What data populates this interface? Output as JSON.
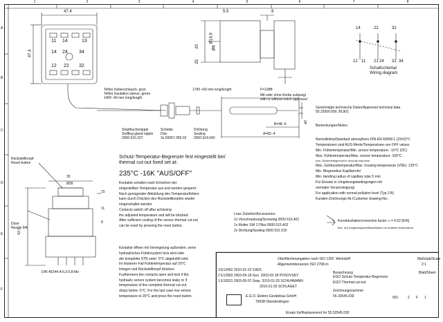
{
  "columns": [
    "1",
    "2",
    "3",
    "4",
    "5",
    "6",
    "7",
    "8"
  ],
  "rows": [
    "A",
    "B",
    "C",
    "D",
    "E",
    "F"
  ],
  "dims": {
    "top_width": "47.4",
    "side_height": "47.4",
    "right_h1": "5.5",
    "right_h2": "8",
    "right_d1": "Ø14,9",
    "right_d2": "Ø8",
    "right_v1": "20",
    "right_v2": "25",
    "cap_len": "1790",
    "cap_tol": "+60 mm long/length",
    "f_val": "F=128B",
    "b_val": "B=48 -6",
    "a_val": "A=83 -4",
    "phi_val": "ø6",
    "reset_w": "35",
    "reset_d": "Ø28",
    "reset_h": "53.4",
    "reset_v": "15",
    "reset_1": "11",
    "reset_8": "8"
  },
  "terminals": {
    "left": [
      "11",
      "14",
      "13",
      "24",
      "14",
      "34",
      "12",
      "22",
      "32"
    ],
    "diagram": [
      "14",
      "12",
      "11",
      "22",
      "21",
      "24",
      "32",
      "31",
      "34"
    ]
  },
  "labels": {
    "teflon": [
      "Teflon Isolierschlauch, grün",
      "Teflon insulation sleeve, green",
      "1400 -40 mm long/length"
    ],
    "mit_ohne": [
      "Mit oder ohne Kerbe zulässig/",
      "with or without notch approved"
    ],
    "schaltschema": [
      "Schaltschema/",
      "Wiring diagram"
    ],
    "stopf": [
      "Stopfbuchsnippel",
      "Stuffing gland nipple",
      "0000 615.327"
    ],
    "scheibe": [
      "Scheibe",
      "Disc",
      "2x 00067.055.02"
    ],
    "dichtung": [
      "Dichtung",
      "Sealing",
      "0000 624.043"
    ],
    "ruckstell": [
      "Rückstellknopf",
      "Reset button"
    ],
    "duese": [
      "Düse",
      "Nozzle M4"
    ],
    "din": "DIN 46244-A 6,3-0,8-Ms",
    "tech_data_title": [
      "Genehmigte technische Daten/Approved technical data",
      "55.32500.000, BL901"
    ],
    "bemerkungen": "Bemerkungen/Notes:",
    "notes": [
      "Normalklima/Standard atmosphere DIN EN 60068-1 (23±2)°C",
      "Temperaturen sind AUS-Werte/Temperatures are OFF values",
      "Min. Fühlertemperatur/Min. sensor temperature: -10°C (DC)",
      "Max. Fühlertemperatur/Max. sensor temperature: 330°C",
      "bzw. Sicherheitsgrenze/or security response",
      "Max. Gehäusetemperatur/Max. housing temperature (VDE): 125°C",
      "Min. Biegeradius Kapillarrohr/",
      "Min. bending radius of capillary tube 5 mm",
      "Für Einsatz in Umgebungsbedingungen mit",
      "normaler Verunreinigung/",
      "For application with normal pollution level (Typ 2 B)",
      "Kunden-Zeichnungs-Nr./Customer drawing-No.:"
    ],
    "fixed_title": [
      "Schutz-Temperatur-Begrenzer fest eingestellt bei/",
      "thermal cut-out fixed set at:"
    ],
    "fixed_value": "235°C -16K \"AUS/OFF\"",
    "de_text1": [
      "Kontakte schalten nach Erreichen der",
      "eingestellten Temperatur aus und werden gesperrt.",
      "Nach genügender Abkühlung des Temperaturfühlers",
      "kann durch Drücken des Rückstellknopfes wieder",
      "eingeschaltet werden."
    ],
    "en_text1": [
      "Contacts switch off after achieving",
      "the adjusted temperature and will be blocked.",
      "After sufficient cooling of the sensor thermal cut-out",
      "can be reset by pressing the reset button."
    ],
    "lose": [
      "Lose Zubehör/Accessories:",
      "1x Verschraubung/Screwing   0000 615.401",
      "1x Mutter SW 17/Nut   0000 615.402",
      "2x Dichtung/Sealing   0000 631.015"
    ],
    "korrektur": "Korrekturfaktor/correction factor: c = 0.52 [K/K]",
    "korrektur2": "Bez. auf Umgebungseinflüsse/Based on ambient temperature",
    "de_text2": [
      "Kontakte öffnen mit Verriegelung außerdem, wenn",
      "hydraulisches Fühlersystem leck wird oder",
      "der komplette STB unter -5°C abgekühlt wird.",
      "Im letzteren Fall Fühlertemperatur auf 20°C",
      "bringen und Rückstellknopf drücken.",
      "Furthermore the contacts open and lock if the",
      "hydraulic sensor system becomes leaky or if",
      "temperature of the complete thermal cut-out",
      "drops below -5°C. For the last case rise sensor",
      "temperature to 20°C and press the reset button."
    ]
  },
  "title_block": {
    "zeichnungsnr_label": "Zeichnungsnummer",
    "drawing_no": "55.32545.030",
    "index": "901",
    "format": "2",
    "material": "F",
    "blatt": "1",
    "company": "E.G.O. Elektro-Gerätebau GmbH",
    "city": "75038 Oberderdingen",
    "title1": "EGO Schutz-Temperatur-Begrenzer",
    "title2": "EGO Thermal cut-out",
    "ersatz": "Ersatz für/Replacement for 55.32545.030",
    "modified": "Oberflächenangaben nach ISO 1302",
    "tolerances": "Allgemeintoleranzen ISO 2768-m",
    "bezeichnung": "Bezeichnung",
    "werkstoff": "Werkstoff",
    "revisions": [
      {
        "no": "3",
        "ref": "E13452",
        "date": "2010-01-22",
        "name": "CAD1"
      },
      {
        "no": "2",
        "ref": "E12893",
        "date": "2003-09-18",
        "name": "Gez."
      },
      {
        "no": "1",
        "ref": "E10521",
        "date": "2003-05-07",
        "name": "Gepr."
      }
    ],
    "drawn": [
      "2003-03-18",
      "POSOVSKY"
    ],
    "checked": [
      "2010-01-25",
      "SCHUHMANN"
    ],
    "approved": [
      "2010-01-25",
      "SCHLAGET"
    ],
    "nor_label": "Maßstab/Scale",
    "scale": "2:1",
    "sheet_label": "Blatt/Sheet"
  }
}
